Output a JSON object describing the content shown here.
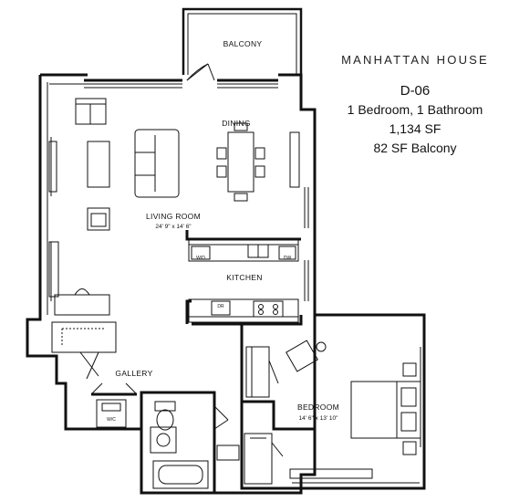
{
  "header": {
    "brand": "MANHATTAN HOUSE",
    "unit": "D-06",
    "bedrooms_bathrooms": "1 Bedroom, 1 Bathroom",
    "area": "1,134 SF",
    "balcony_area": "82 SF Balcony"
  },
  "rooms": {
    "balcony": "BALCONY",
    "dining": "DINING",
    "living": "LIVING ROOM",
    "living_dim": "24' 9\" x 14' 6\"",
    "kitchen": "KITCHEN",
    "gallery": "GALLERY",
    "bedroom": "BEDROOM",
    "bedroom_dim": "14' 6\" x 13' 10\""
  },
  "fixtures": {
    "wd": "W/D",
    "dw": "DW",
    "dr": "DR",
    "wc": "W/C"
  }
}
